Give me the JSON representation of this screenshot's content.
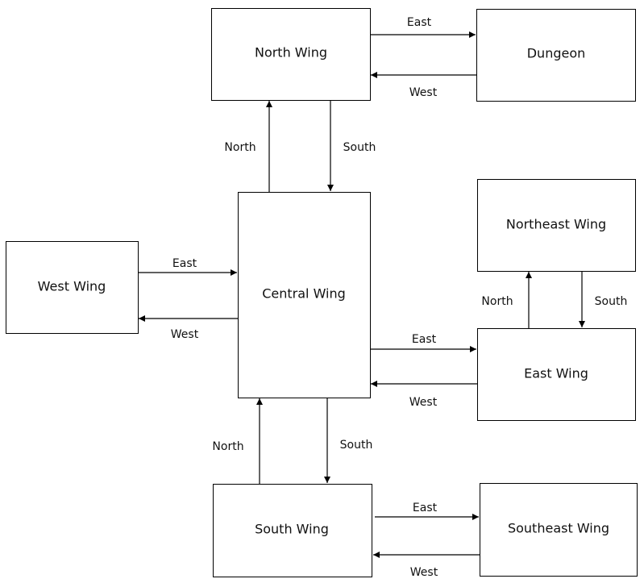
{
  "rooms": {
    "north_wing": "North Wing",
    "dungeon": "Dungeon",
    "west_wing": "West Wing",
    "central_wing": "Central Wing",
    "northeast_wing": "Northeast Wing",
    "east_wing": "East Wing",
    "south_wing": "South Wing",
    "southeast_wing": "Southeast Wing"
  },
  "connections": {
    "north_to_dungeon": "East",
    "dungeon_to_north": "West",
    "central_to_north": "North",
    "north_to_central": "South",
    "west_to_central": "East",
    "central_to_west": "West",
    "central_to_east": "East",
    "east_to_central": "West",
    "east_to_northeast": "North",
    "northeast_to_east": "South",
    "south_to_central": "North",
    "central_to_south": "South",
    "south_to_southeast": "East",
    "southeast_to_south": "West"
  }
}
